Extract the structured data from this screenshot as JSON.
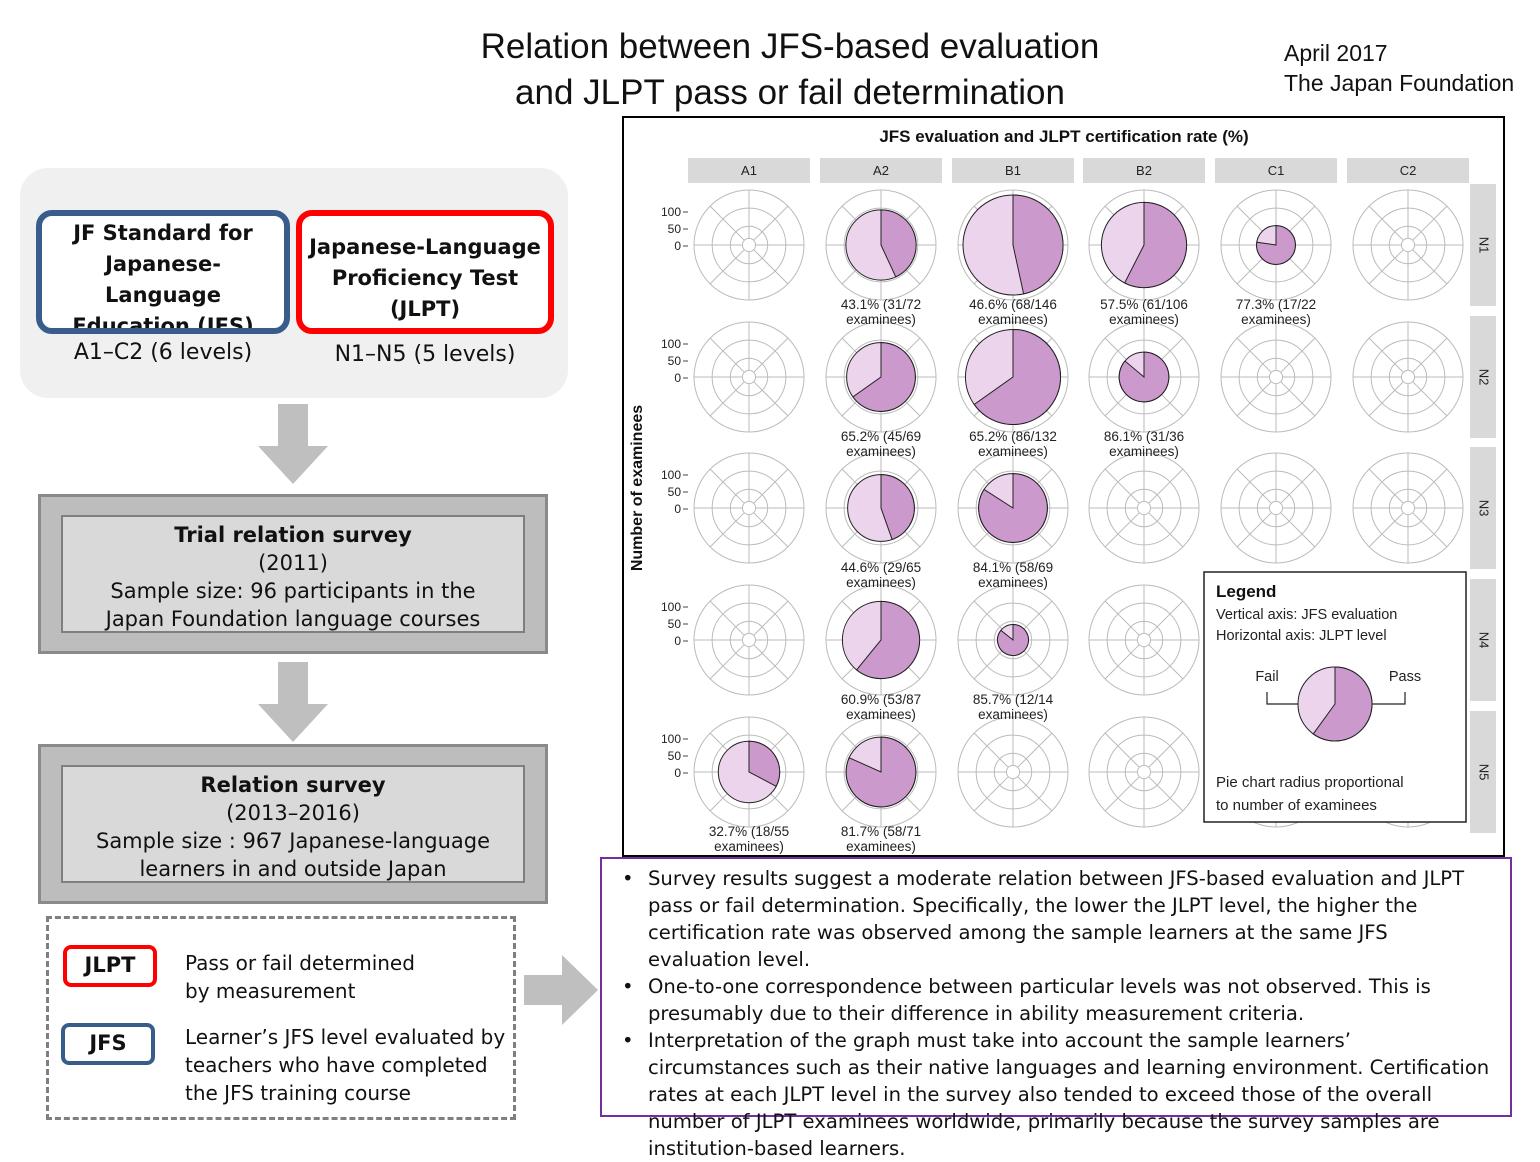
{
  "title_lines": [
    "Relation between JFS-based evaluation",
    "and JLPT pass or fail determination"
  ],
  "meta": {
    "date": "April 2017",
    "organization": "The Japan Foundation"
  },
  "jfs_box": {
    "lines": [
      "JF Standard for",
      "Japanese-",
      "Language",
      "Education (JFS)"
    ],
    "levels": "A1–C2 (6 levels)"
  },
  "jlpt_box": {
    "lines": [
      "Japanese-Language",
      "Proficiency Test",
      "(JLPT)"
    ],
    "levels": "N1–N5 (5 levels)"
  },
  "trial_survey": {
    "title": "Trial relation survey",
    "lines": [
      "(2011)",
      "Sample size: 96 participants in the",
      "Japan Foundation language courses"
    ]
  },
  "relation_survey": {
    "title": "Relation survey",
    "lines": [
      "(2013–2016)",
      "Sample size : 967 Japanese-language",
      "learners in and outside Japan"
    ]
  },
  "key": {
    "jlpt_tag": "JLPT",
    "jlpt_desc": [
      "Pass or fail determined",
      "by measurement"
    ],
    "jfs_tag": "JFS",
    "jfs_desc": [
      "Learner’s JFS level evaluated by",
      "teachers who have completed",
      "the JFS training course"
    ]
  },
  "chart_data": {
    "type": "pie",
    "title": "JFS evaluation and JLPT certification rate (%)",
    "ylabel": "Number of examinees",
    "y_ticks": [
      "100",
      "50",
      "0"
    ],
    "columns": [
      "A1",
      "A2",
      "B1",
      "B2",
      "C1",
      "C2"
    ],
    "rows": [
      "N1",
      "N2",
      "N3",
      "N4",
      "N5"
    ],
    "colors": {
      "pass": "#cc99cc",
      "fail": "#ecd4ec",
      "grid": "#bbbbbb",
      "strip": "#d9d9d9"
    },
    "cells": [
      {
        "row": "N1",
        "col": "A2",
        "rate": 43.1,
        "pass": 31,
        "total": 72,
        "label": [
          "43.1% (31/72",
          "examinees)"
        ]
      },
      {
        "row": "N1",
        "col": "B1",
        "rate": 46.6,
        "pass": 68,
        "total": 146,
        "label": [
          "46.6% (68/146",
          "examinees)"
        ]
      },
      {
        "row": "N1",
        "col": "B2",
        "rate": 57.5,
        "pass": 61,
        "total": 106,
        "label": [
          "57.5% (61/106",
          "examinees)"
        ]
      },
      {
        "row": "N1",
        "col": "C1",
        "rate": 77.3,
        "pass": 17,
        "total": 22,
        "label": [
          "77.3% (17/22",
          "examinees)"
        ]
      },
      {
        "row": "N2",
        "col": "A2",
        "rate": 65.2,
        "pass": 45,
        "total": 69,
        "label": [
          "65.2% (45/69",
          "examinees)"
        ]
      },
      {
        "row": "N2",
        "col": "B1",
        "rate": 65.2,
        "pass": 86,
        "total": 132,
        "label": [
          "65.2% (86/132",
          "examinees)"
        ]
      },
      {
        "row": "N2",
        "col": "B2",
        "rate": 86.1,
        "pass": 31,
        "total": 36,
        "label": [
          "86.1% (31/36",
          "examinees)"
        ]
      },
      {
        "row": "N3",
        "col": "A2",
        "rate": 44.6,
        "pass": 29,
        "total": 65,
        "label": [
          "44.6% (29/65",
          "examinees)"
        ]
      },
      {
        "row": "N3",
        "col": "B1",
        "rate": 84.1,
        "pass": 58,
        "total": 69,
        "label": [
          "84.1% (58/69",
          "examinees)"
        ]
      },
      {
        "row": "N4",
        "col": "A2",
        "rate": 60.9,
        "pass": 53,
        "total": 87,
        "label": [
          "60.9% (53/87",
          "examinees)"
        ]
      },
      {
        "row": "N4",
        "col": "B1",
        "rate": 85.7,
        "pass": 12,
        "total": 14,
        "label": [
          "85.7%  (12/14",
          "examinees)"
        ]
      },
      {
        "row": "N5",
        "col": "A1",
        "rate": 32.7,
        "pass": 18,
        "total": 55,
        "label": [
          "32.7% (18/55",
          "examinees)"
        ]
      },
      {
        "row": "N5",
        "col": "A2",
        "rate": 81.7,
        "pass": 58,
        "total": 71,
        "label": [
          "81.7% (58/71",
          "examinees)"
        ]
      }
    ],
    "legend": {
      "title": "Legend",
      "line1": "Vertical axis: JFS evaluation",
      "line2": "Horizontal axis: JLPT level",
      "fail": "Fail",
      "pass": "Pass",
      "example_rate": 60,
      "note": [
        "Pie chart radius proportional",
        "to number of examinees"
      ]
    }
  },
  "notes": [
    "Survey results suggest a moderate relation between JFS-based evaluation and JLPT pass or fail determination. Specifically, the lower the JLPT level, the higher the certification rate was observed among the sample learners at the same JFS evaluation level.",
    "One-to-one correspondence between particular levels was not observed. This is presumably due to their difference in ability measurement criteria.",
    "Interpretation of the graph must take into account the sample learners’ circumstances such as their native languages and learning environment. Certification rates at each JLPT level in the survey also tended to exceed those of the overall number of JLPT examinees worldwide, primarily because the survey samples are institution-based learners."
  ]
}
